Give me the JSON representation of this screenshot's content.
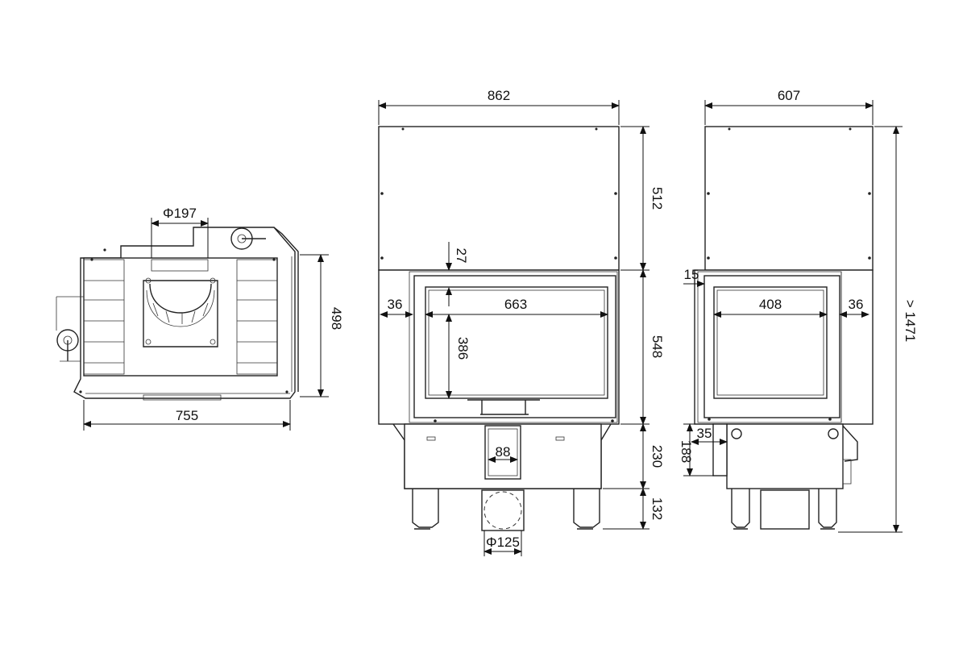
{
  "top_view": {
    "width": "755",
    "depth": "498",
    "flue_diameter": "Φ197"
  },
  "front_view": {
    "overall_width": "862",
    "hood_height": "512",
    "door_frame_height": "548",
    "glass_width": "663",
    "glass_height": "386",
    "side_offset": "36",
    "top_offset": "27",
    "base_height": "230",
    "leg_height": "132",
    "air_inlet_width": "88",
    "air_inlet_diameter": "Φ125"
  },
  "side_view": {
    "overall_width": "607",
    "glass_width": "408",
    "side_offset": "36",
    "top_offset": "15",
    "overall_height": "> 1471",
    "inlet_offset": "35",
    "inlet_height": "188"
  }
}
